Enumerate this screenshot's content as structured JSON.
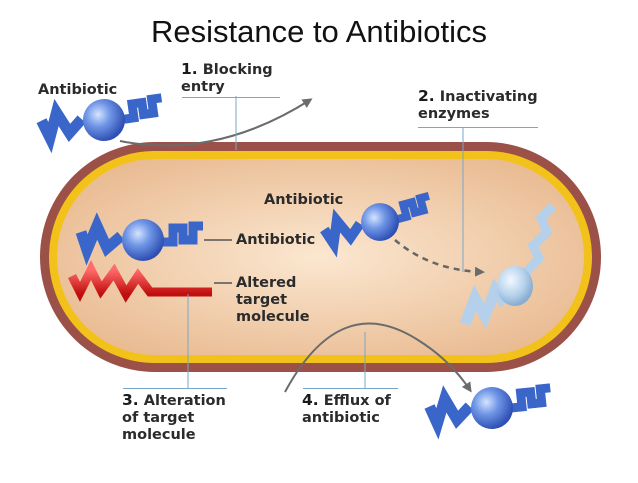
{
  "title": "Resistance to Antibiotics",
  "labels": {
    "antibiotic_outside": "Antibiotic",
    "antibiotic_inside": "Antibiotic",
    "antibiotic_target": "Antibiotic",
    "altered_target": [
      "Altered",
      "target",
      "molecule"
    ]
  },
  "mechanisms": [
    {
      "number": "1.",
      "lines": [
        "Blocking",
        "entry"
      ]
    },
    {
      "number": "2.",
      "lines": [
        "Inactivating",
        "enzymes"
      ]
    },
    {
      "number": "3.",
      "lines": [
        "Alteration",
        "of target",
        "molecule"
      ]
    },
    {
      "number": "4.",
      "lines": [
        "Efflux of",
        "antibiotic"
      ]
    }
  ],
  "colors": {
    "antibiotic": "#2e60c6",
    "antibiotic_light": "#a9cbe6",
    "altered_target": "#e21c1c",
    "cell_wall": "#9c5148",
    "membrane": "#f2c21b",
    "cytoplasm": "#f4d5b2"
  }
}
